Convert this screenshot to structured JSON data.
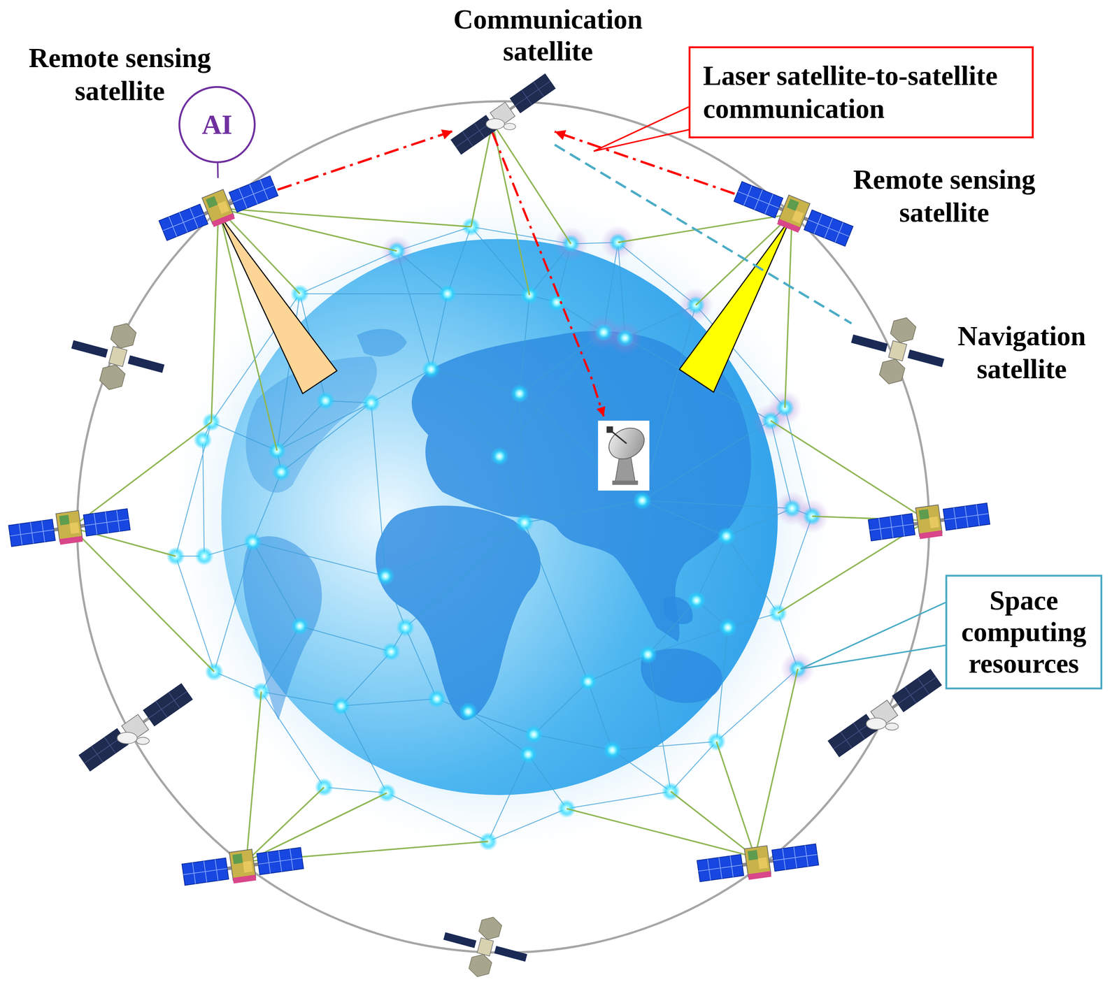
{
  "diagram": {
    "nodes": [
      {
        "text": [
          "Remote sensing satellite"
        ]
      },
      {
        "text": [
          "AI"
        ]
      },
      {
        "text": [
          "Communication satellite"
        ]
      },
      {
        "text": [
          "Laser satellite-to-satellite communication"
        ]
      },
      {
        "text": [
          "Remote sensing satellite"
        ]
      },
      {
        "text": [
          "Navigation satellite"
        ]
      },
      {
        "text": [
          "Space computing resources"
        ]
      }
    ],
    "edges": [
      {
        "from": 0,
        "to": 2,
        "arrow": "to"
      },
      {
        "from": 4,
        "to": 2,
        "arrow": "to"
      },
      {
        "from": 2,
        "to": 5,
        "arrow": "none"
      },
      {
        "from": 1,
        "to": 0,
        "arrow": "none"
      }
    ]
  }
}
